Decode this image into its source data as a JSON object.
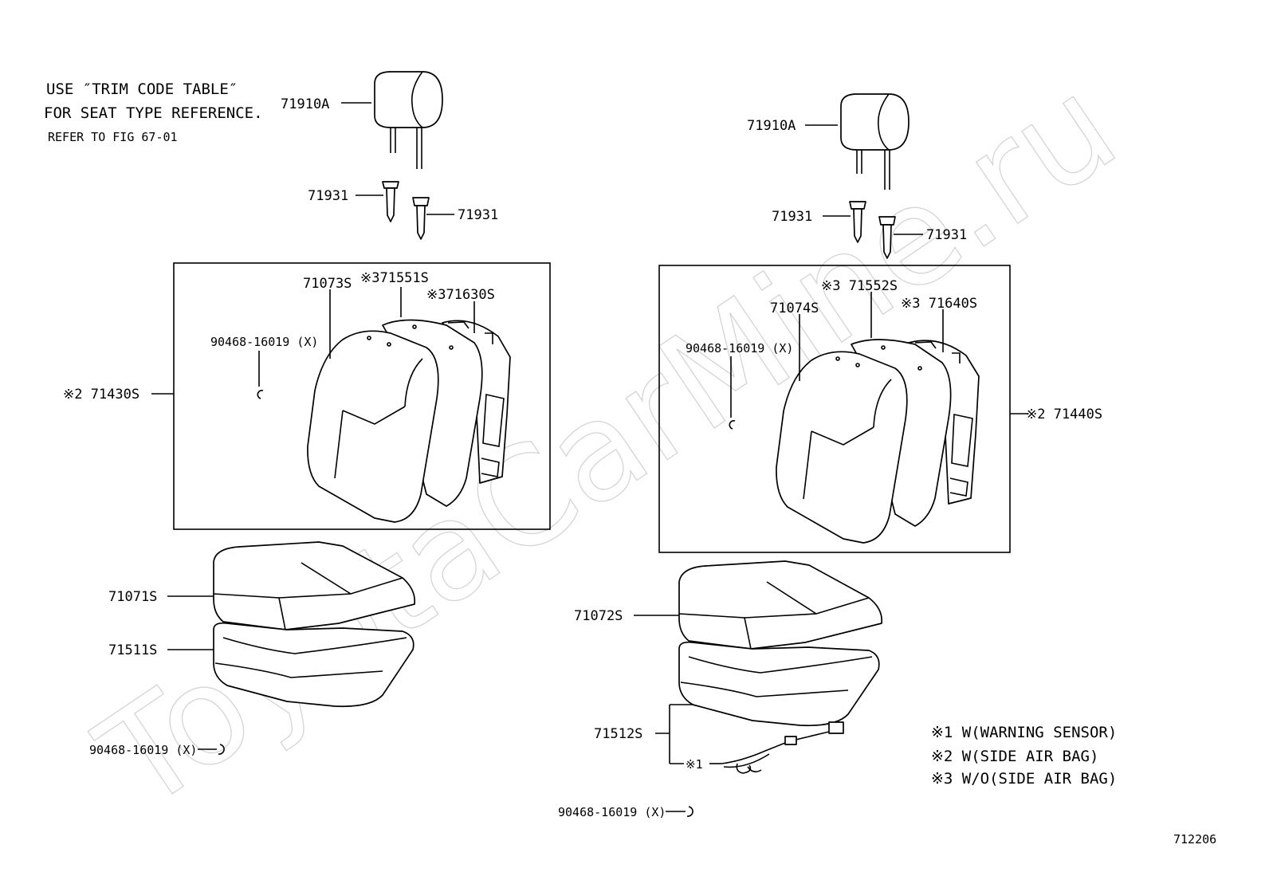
{
  "watermark": "ToyotaCarMine.ru",
  "notes": {
    "line1": "USE ″TRIM CODE TABLE″",
    "line2": "FOR SEAT TYPE REFERENCE.",
    "line3": "REFER TO FIG 67-01"
  },
  "legend": [
    "※1 W(WARNING SENSOR)",
    "※2 W(SIDE AIR BAG)",
    "※3 W/O(SIDE AIR BAG)"
  ],
  "figure_number": "712206",
  "left": {
    "headrest": "71910A",
    "guide_1": "71931",
    "guide_2": "71931",
    "back_cover": "71073S",
    "back_pad": "※371551S",
    "back_frame": "※371630S",
    "hog_ring_back": "90468-16019 (X)",
    "back_assy": "※2 71430S",
    "cushion_cover": "71071S",
    "cushion_pad": "71511S",
    "hog_ring_cushion": "90468-16019 (X)"
  },
  "right": {
    "headrest": "71910A",
    "guide_1": "71931",
    "guide_2": "71931",
    "back_cover": "71074S",
    "back_pad": "※3 71552S",
    "back_frame": "※3 71640S",
    "hog_ring_back": "90468-16019 (X)",
    "back_assy": "※2 71440S",
    "cushion_cover": "71072S",
    "cushion_pad": "71512S",
    "sensor": "※1",
    "hog_ring_cushion": "90468-16019 (X)"
  }
}
